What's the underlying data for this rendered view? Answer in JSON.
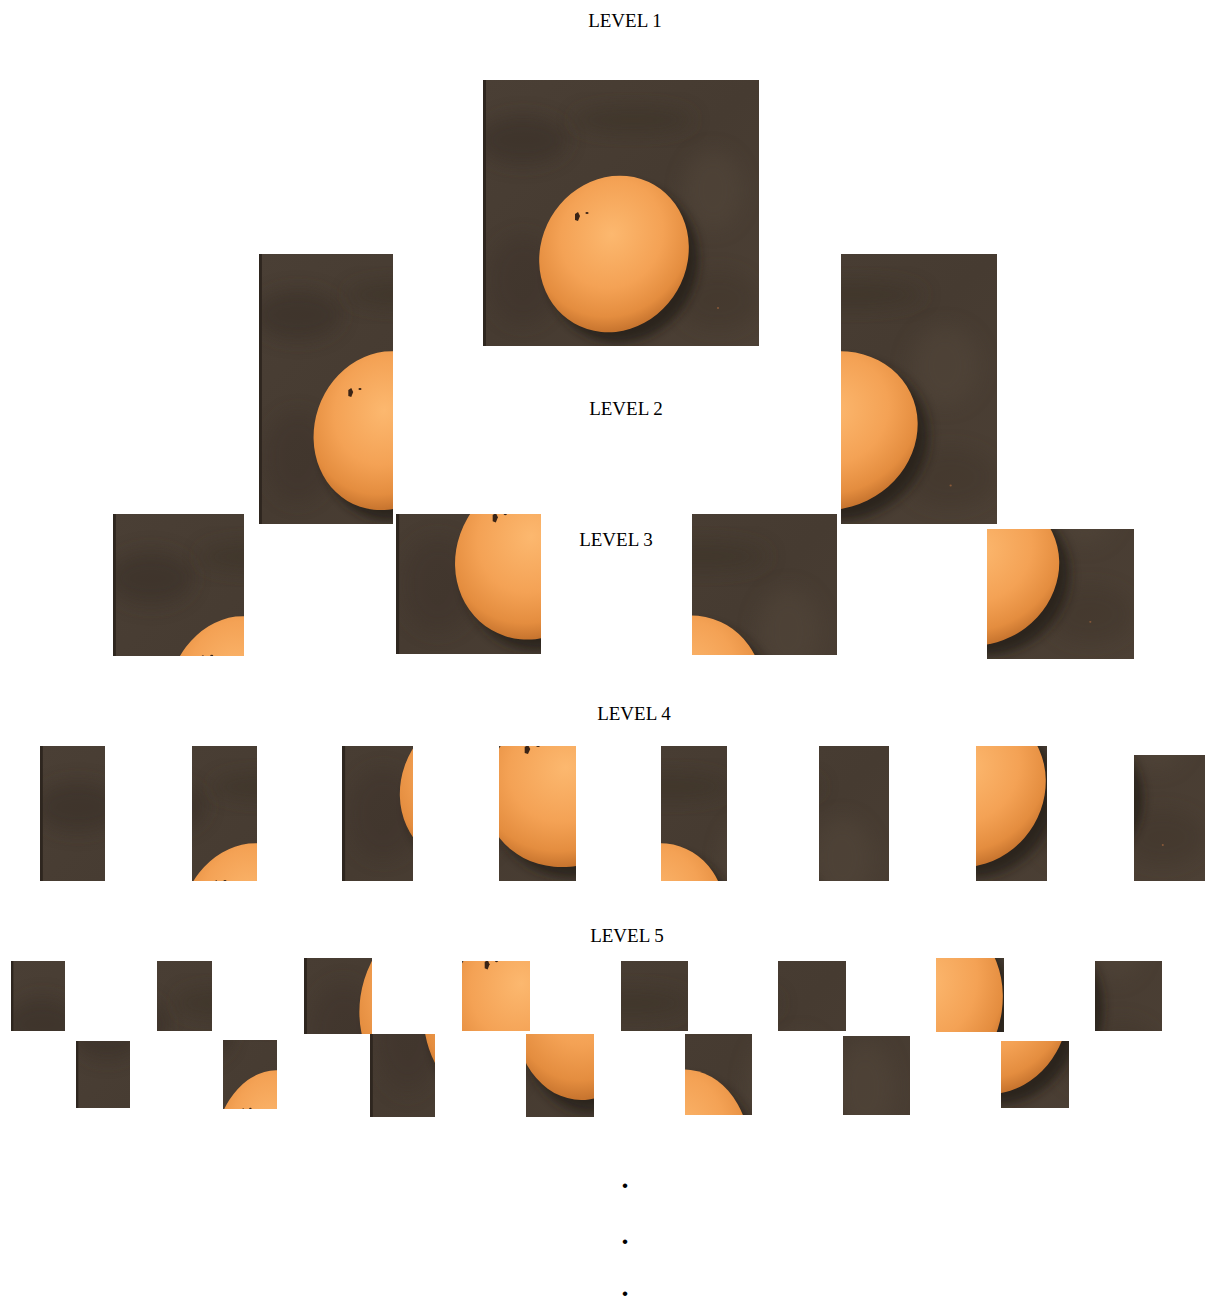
{
  "diagram": {
    "labels": [
      "LEVEL 1",
      "LEVEL 2",
      "LEVEL 3",
      "LEVEL 4",
      "LEVEL 5",
      ".",
      ".",
      "."
    ]
  }
}
